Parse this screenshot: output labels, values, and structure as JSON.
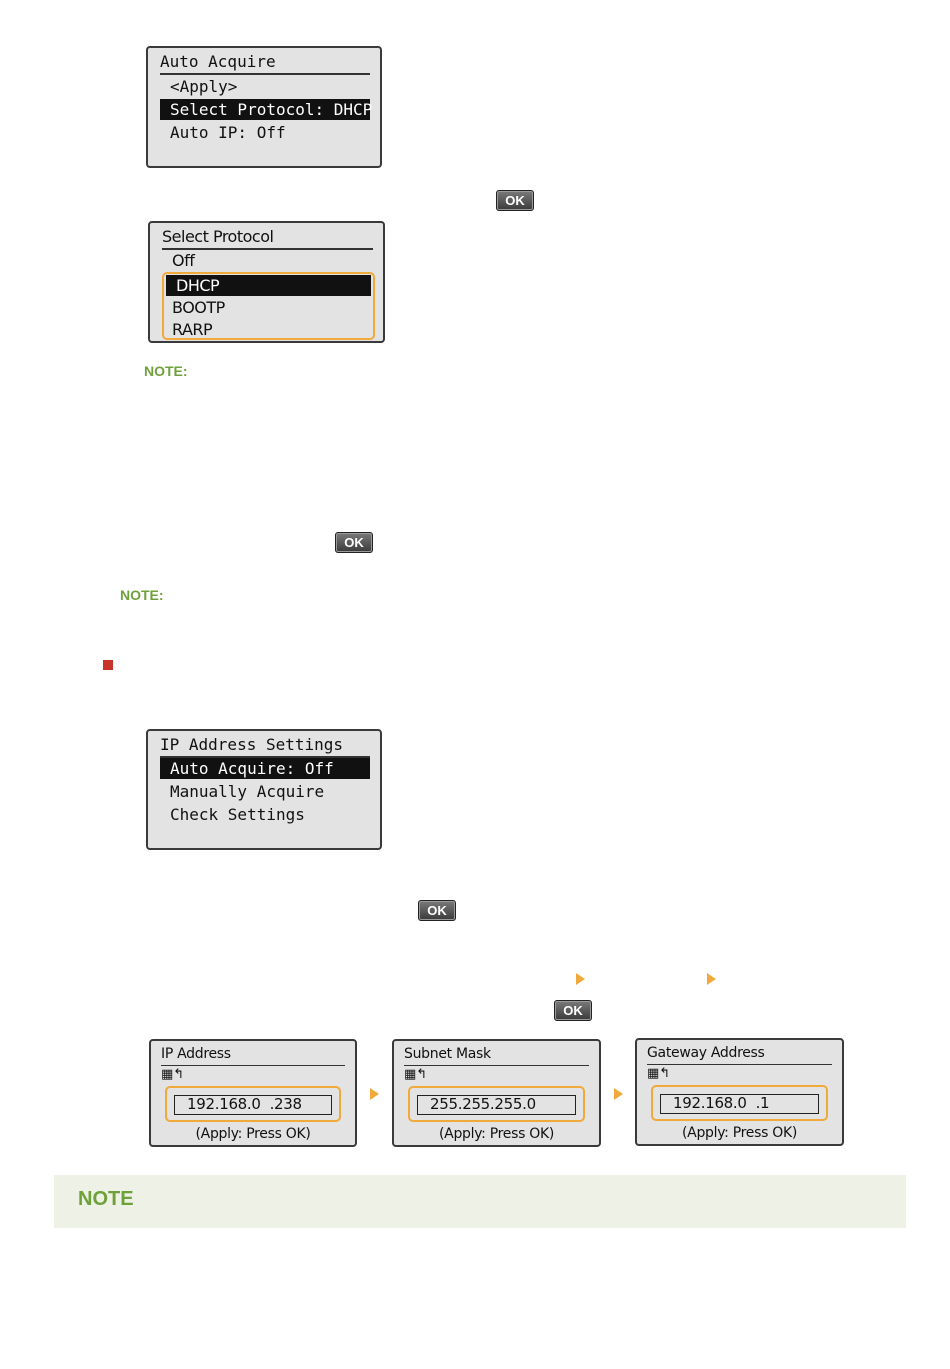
{
  "screen_auto_acquire": {
    "title": "Auto Acquire",
    "items": [
      "<Apply>",
      "Select Protocol: DHCP",
      "Auto IP: Off"
    ]
  },
  "screen_select_protocol": {
    "title": "Select Protocol",
    "items": [
      "Off",
      "DHCP",
      "BOOTP",
      "RARP"
    ]
  },
  "screen_ip_settings": {
    "title": "IP Address Settings",
    "items": [
      "Auto Acquire: Off",
      "Manually Acquire",
      "Check Settings"
    ]
  },
  "ok_label": "OK",
  "note_label_small": "NOTE:",
  "note_box_label": "NOTE",
  "mini_screens": [
    {
      "title": "IP Address",
      "value": "192.168.0  .238",
      "apply": "(Apply: Press OK)"
    },
    {
      "title": "Subnet Mask",
      "value": "255.255.255.0",
      "apply": "(Apply: Press OK)"
    },
    {
      "title": "Gateway Address",
      "value": "192.168.0  .1",
      "apply": "(Apply: Press OK)"
    }
  ],
  "colors": {
    "accent_orange": "#f2a93b",
    "note_green": "#6ea13a",
    "bullet_red": "#c8342a",
    "note_bg": "#edf1e6"
  },
  "icons": {
    "input_mode": "keypad-icon",
    "arrow": "triangle-right-icon"
  }
}
